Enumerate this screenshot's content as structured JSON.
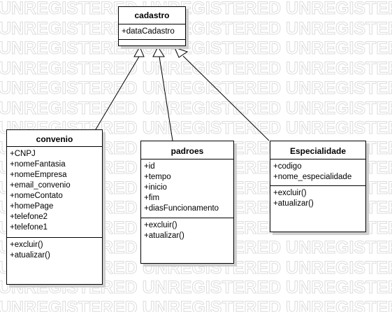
{
  "watermark_text": "UNREGISTERED",
  "classes": {
    "cadastro": {
      "name": "cadastro",
      "attributes": [
        "+dataCadastro"
      ],
      "methods": []
    },
    "convenio": {
      "name": "convenio",
      "attributes": [
        "+CNPJ",
        "+nomeFantasia",
        "+nomeEmpresa",
        "+email_convenio",
        "+nomeContato",
        "+homePage",
        "+telefone2",
        "+telefone1"
      ],
      "methods": [
        "+excluir()",
        "+atualizar()"
      ]
    },
    "padroes": {
      "name": "padroes",
      "attributes": [
        "+id",
        "+tempo",
        "+inicio",
        "+fim",
        "+diasFuncionamento"
      ],
      "methods": [
        "+excluir()",
        "+atualizar()"
      ]
    },
    "especialidade": {
      "name": "Especialidade",
      "attributes": [
        "+codigo",
        "+nome_especialidade"
      ],
      "methods": [
        "+excluir()",
        "+atualizar()"
      ]
    }
  },
  "colors": {
    "line": "#000000",
    "shadow": "#d0d0d0",
    "watermark": "#dcdcdc",
    "background": "#ffffff"
  }
}
